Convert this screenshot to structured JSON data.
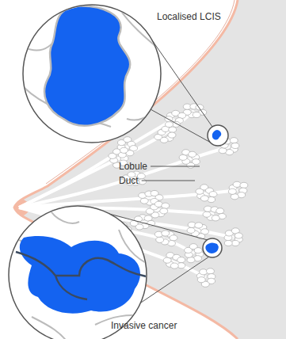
{
  "diagram": {
    "labels": [
      "Localised LCIS",
      "Lobule",
      "Duct",
      "Invasive cancer"
    ]
  }
}
